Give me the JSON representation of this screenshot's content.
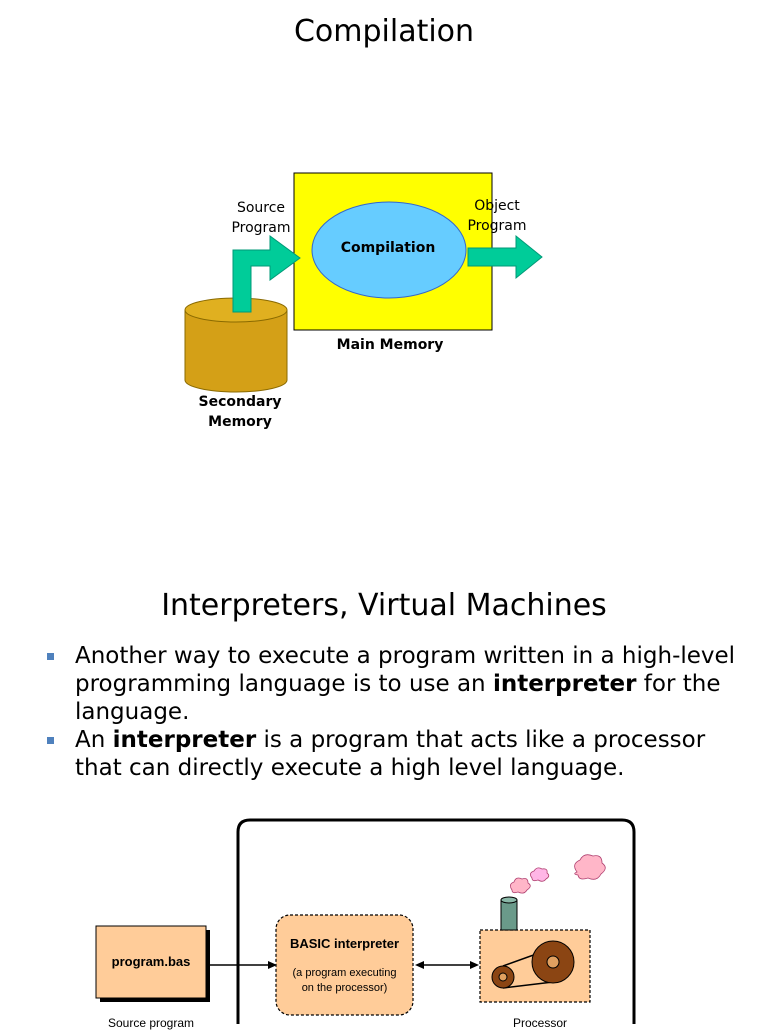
{
  "slide1": {
    "title": "Compilation",
    "source_program": [
      "Source",
      "Program"
    ],
    "compilation": "Compilation",
    "object_program": [
      "Object",
      "Program"
    ],
    "main_memory": "Main Memory",
    "secondary_memory": [
      "Secondary",
      "Memory"
    ]
  },
  "slide2": {
    "title": "Interpreters, Virtual Machines",
    "bullets": [
      {
        "pre": "Another way to execute a program written in a high-level programming language is to use an ",
        "bold": "interpreter",
        "post": " for the language."
      },
      {
        "pre": "An ",
        "bold": "interpreter",
        "post": " is a program that acts like a processor that can directly execute a high level language."
      }
    ],
    "diagram": {
      "program_file": "program.bas",
      "interpreter_title": "BASIC interpreter",
      "interpreter_desc": [
        "(a program executing",
        "on the processor)"
      ],
      "source_caption": "Source program",
      "processor_caption": "Processor"
    }
  },
  "colors": {
    "main_memory_fill": "#ffff00",
    "compilation_fill": "#66ccff",
    "arrow_fill": "#00cc99",
    "cylinder_fill": "#d4a017",
    "box_fill": "#ffcc99",
    "bullet_color": "#4f81bd"
  },
  "icons": {
    "processor": "gear-machine-icon",
    "smoke": "smoke-puffs-icon"
  }
}
